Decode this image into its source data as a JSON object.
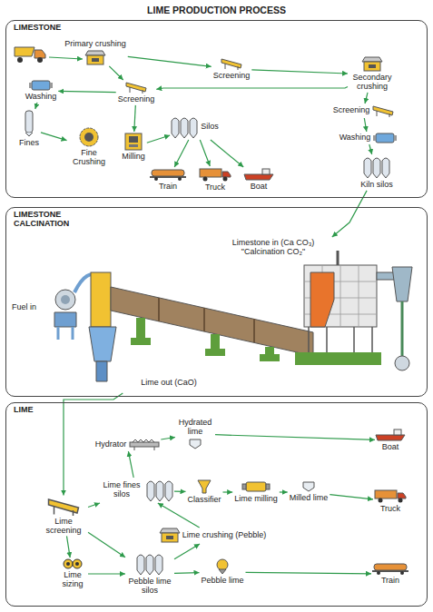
{
  "diagram": {
    "title": "LIME PRODUCTION PROCESS",
    "nodes": [
      {
        "text": [
          "LIMESTONE"
        ]
      },
      {
        "text": [
          "Primary crushing"
        ],
        "in": 0
      },
      {
        "text": [
          "Screening"
        ],
        "in": 0
      },
      {
        "text": [
          "Secondary crushing"
        ],
        "in": 0
      },
      {
        "text": [
          "Screening"
        ],
        "in": 0
      },
      {
        "text": [
          "Washing"
        ],
        "in": 0
      },
      {
        "text": [
          "Kiln silos"
        ],
        "in": 0
      },
      {
        "text": [
          "Screening"
        ],
        "in": 0
      },
      {
        "text": [
          "Washing"
        ],
        "in": 0
      },
      {
        "text": [
          "Fines"
        ],
        "in": 0
      },
      {
        "text": [
          "Fine Crushing"
        ],
        "in": 0
      },
      {
        "text": [
          "Milling"
        ],
        "in": 0
      },
      {
        "text": [
          "Silos"
        ],
        "in": 0
      },
      {
        "text": [
          "Train"
        ],
        "in": 0
      },
      {
        "text": [
          "Truck"
        ],
        "in": 0
      },
      {
        "text": [
          "Boat"
        ],
        "in": 0
      },
      {
        "text": [
          "LIMESTONE CALCINATION"
        ]
      },
      {
        "text": [
          "Limestone in (Ca CO₃) \"Calcination CO₂\"",
          "Lime out (CaO)"
        ],
        "in": 16
      },
      {
        "text": [
          "LIME"
        ]
      },
      {
        "text": [
          "Hydrator"
        ],
        "in": 18
      },
      {
        "text": [
          "Hydrated lime"
        ],
        "in": 18
      },
      {
        "text": [
          "Lime fines silos"
        ],
        "in": 18
      },
      {
        "text": [
          "Classifier"
        ],
        "in": 18
      },
      {
        "text": [
          "Lime milling"
        ],
        "in": 18
      },
      {
        "text": [
          "Milled lime"
        ],
        "in": 18
      },
      {
        "text": [
          "Lime screening"
        ],
        "in": 18
      },
      {
        "text": [
          "Lime crushing (Pebble)"
        ],
        "in": 18
      },
      {
        "text": [
          "Lime sizing"
        ],
        "in": 18
      },
      {
        "text": [
          "Pebble lime silos"
        ],
        "in": 18
      },
      {
        "text": [
          "Pebble lime"
        ],
        "in": 18
      },
      {
        "text": [
          "Boat"
        ],
        "in": 18
      },
      {
        "text": [
          "Truck"
        ],
        "in": 18
      },
      {
        "text": [
          "Train"
        ],
        "in": 18
      }
    ],
    "edges": [
      {
        "from": 1,
        "to": 2,
        "arrow": "to"
      },
      {
        "from": 1,
        "to": 7,
        "arrow": "to"
      },
      {
        "from": 2,
        "to": 3,
        "arrow": "to"
      },
      {
        "from": 3,
        "to": 7,
        "arrow": "to"
      },
      {
        "from": 3,
        "to": 4,
        "arrow": "to"
      },
      {
        "from": 4,
        "to": 5,
        "arrow": "to"
      },
      {
        "from": 5,
        "to": 6,
        "arrow": "to"
      },
      {
        "from": 7,
        "to": 8,
        "arrow": "to"
      },
      {
        "from": 8,
        "to": 9,
        "arrow": "to"
      },
      {
        "from": 9,
        "to": 10,
        "arrow": "to"
      },
      {
        "from": 7,
        "to": 11,
        "arrow": "to"
      },
      {
        "from": 11,
        "to": 12,
        "arrow": "to"
      },
      {
        "from": 12,
        "to": 13,
        "arrow": "to"
      },
      {
        "from": 12,
        "to": 14,
        "arrow": "to"
      },
      {
        "from": 12,
        "to": 15,
        "arrow": "to"
      },
      {
        "from": 6,
        "to": 17,
        "arrow": "to"
      },
      {
        "from": 17,
        "to": 25,
        "arrow": "to"
      },
      {
        "from": 25,
        "to": 21,
        "arrow": "to"
      },
      {
        "from": 25,
        "to": 27,
        "arrow": "to"
      },
      {
        "from": 25,
        "to": 28,
        "arrow": "to"
      },
      {
        "from": 27,
        "to": 28,
        "arrow": "to"
      },
      {
        "from": 28,
        "to": 26,
        "arrow": "to"
      },
      {
        "from": 26,
        "to": 21,
        "arrow": "to"
      },
      {
        "from": 21,
        "to": 19,
        "arrow": "to"
      },
      {
        "from": 19,
        "to": 20,
        "arrow": "to"
      },
      {
        "from": 20,
        "to": 30,
        "arrow": "to"
      },
      {
        "from": 21,
        "to": 22,
        "arrow": "to"
      },
      {
        "from": 22,
        "to": 23,
        "arrow": "to"
      },
      {
        "from": 23,
        "to": 24,
        "arrow": "to"
      },
      {
        "from": 24,
        "to": 31,
        "arrow": "to"
      },
      {
        "from": 28,
        "to": 29,
        "arrow": "to"
      },
      {
        "from": 29,
        "to": 32,
        "arrow": "to"
      }
    ],
    "labels": [
      "Fuel in"
    ]
  }
}
